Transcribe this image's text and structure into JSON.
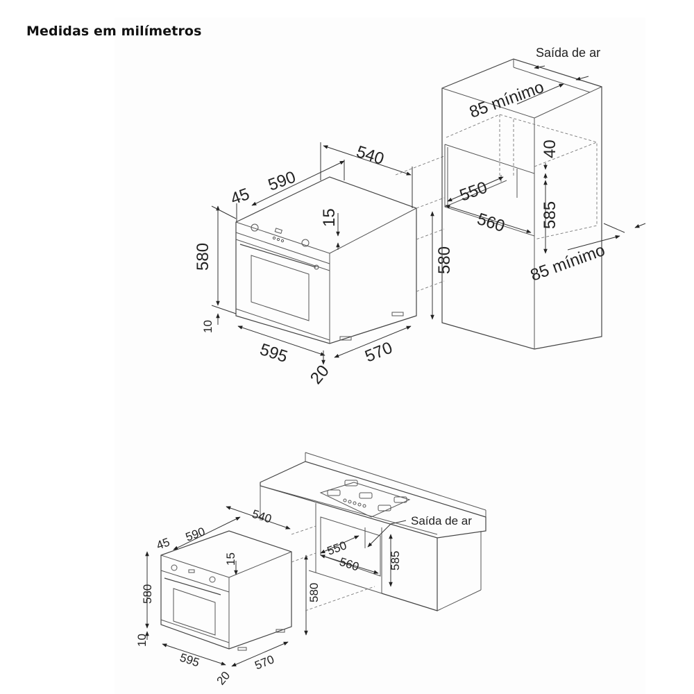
{
  "header": {
    "title": "Medidas em milímetros"
  },
  "diagram_top": {
    "oven": {
      "width_front": "595",
      "depth_side": "570",
      "height": "580",
      "foot_height": "10",
      "front_depth_offset": "20",
      "panel_height": "15",
      "panel_offset": "45",
      "top_width": "590",
      "top_depth": "540"
    },
    "cabinet": {
      "air_outlet_label": "Saída de ar",
      "top_clearance": "85 mínimo",
      "bottom_clearance": "85 mínimo",
      "gap_top": "40",
      "niche_height": "585",
      "niche_depth": "550",
      "niche_width": "560",
      "niche_base_height": "580"
    }
  },
  "diagram_bottom": {
    "oven": {
      "width_front": "595",
      "depth_side": "570",
      "height": "580",
      "foot_height": "10",
      "front_depth_offset": "20",
      "panel_height": "15",
      "panel_offset": "45",
      "top_width": "590",
      "top_depth": "540"
    },
    "cabinet": {
      "air_outlet_label": "Saída de ar",
      "niche_height": "585",
      "niche_depth": "550",
      "niche_width": "560",
      "niche_base_height": "580"
    }
  }
}
